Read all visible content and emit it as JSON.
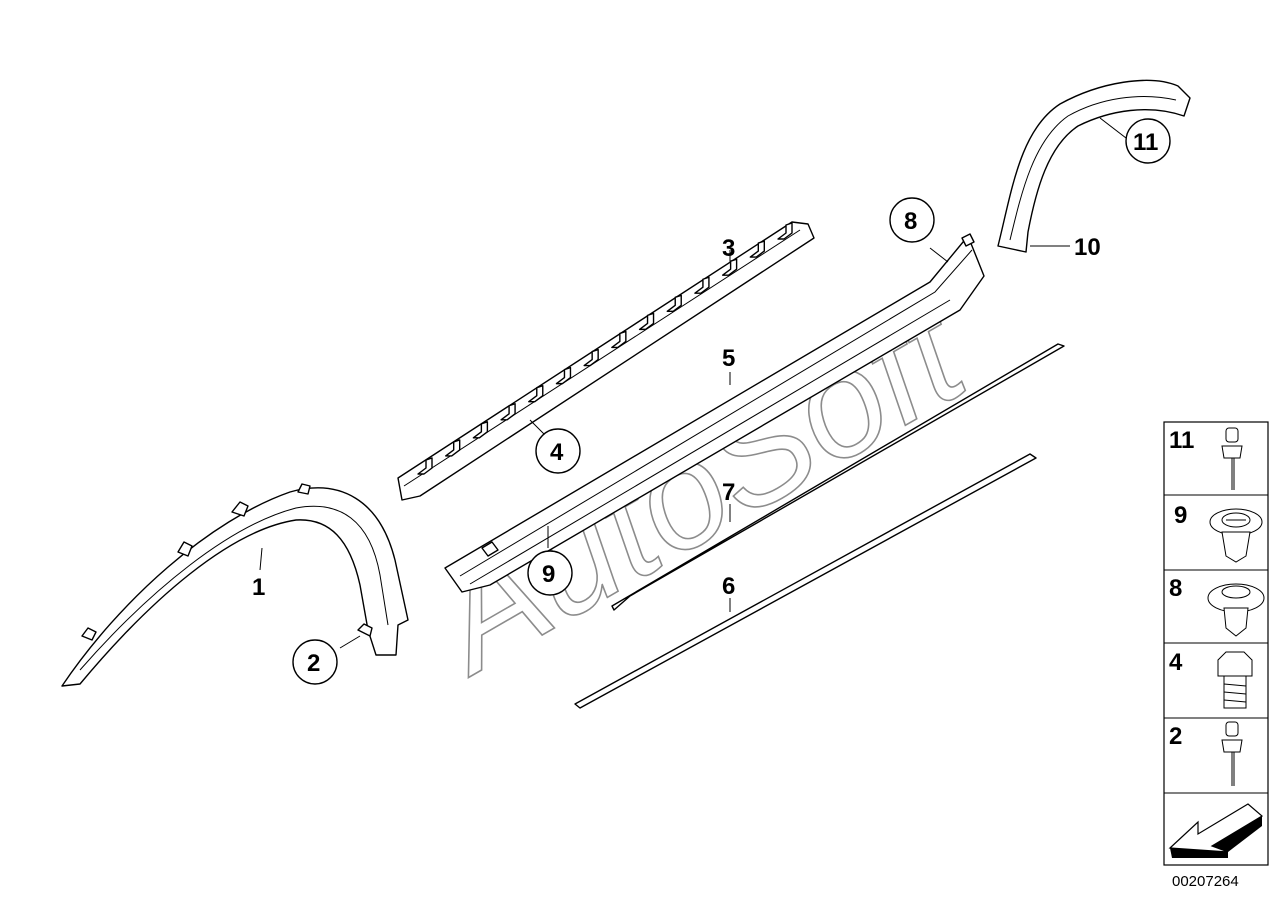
{
  "diagram": {
    "watermark": "AutoSoft",
    "document_number": "00207264",
    "callouts": [
      {
        "id": "1",
        "label": "1",
        "circled": false
      },
      {
        "id": "2",
        "label": "2",
        "circled": true
      },
      {
        "id": "3",
        "label": "3",
        "circled": false
      },
      {
        "id": "4",
        "label": "4",
        "circled": true
      },
      {
        "id": "5",
        "label": "5",
        "circled": false
      },
      {
        "id": "6",
        "label": "6",
        "circled": false
      },
      {
        "id": "7",
        "label": "7",
        "circled": false
      },
      {
        "id": "8",
        "label": "8",
        "circled": true
      },
      {
        "id": "9",
        "label": "9",
        "circled": true
      },
      {
        "id": "10",
        "label": "10",
        "circled": false
      },
      {
        "id": "11",
        "label": "11",
        "circled": true
      }
    ],
    "legend": [
      {
        "label": "11",
        "icon": "blind-rivet-icon"
      },
      {
        "label": "9",
        "icon": "expanding-clip-icon"
      },
      {
        "label": "8",
        "icon": "push-clip-icon"
      },
      {
        "label": "4",
        "icon": "hex-bolt-icon"
      },
      {
        "label": "2",
        "icon": "blind-rivet-icon"
      }
    ],
    "direction_icon": "forward-direction-arrow-icon"
  }
}
